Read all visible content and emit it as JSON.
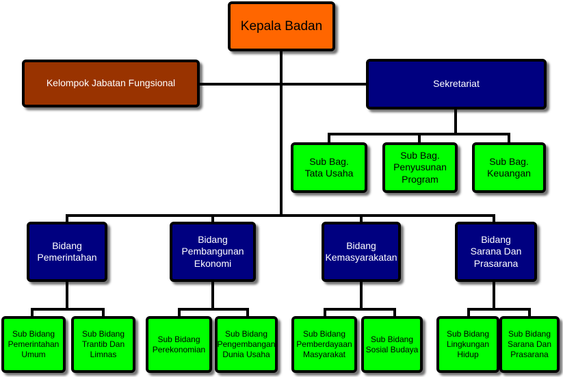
{
  "head": {
    "label": "Kepala Badan"
  },
  "functional_group": {
    "label": "Kelompok Jabatan Fungsional"
  },
  "secretariat": {
    "label": "Sekretariat",
    "subs": [
      {
        "label": "Sub Bag.\nTata Usaha"
      },
      {
        "label": "Sub Bag.\nPenyusunan\nProgram"
      },
      {
        "label": "Sub Bag.\nKeuangan"
      }
    ]
  },
  "divisions": [
    {
      "label": "Bidang\nPemerintahan",
      "subs": [
        {
          "label": "Sub Bidang\nPemerintahan\nUmum"
        },
        {
          "label": "Sub Bidang\nTrantib Dan\nLimnas"
        }
      ]
    },
    {
      "label": "Bidang\nPembangunan\nEkonomi",
      "subs": [
        {
          "label": "Sub Bidang\nPerekonomian"
        },
        {
          "label": "Sub Bidang\nPengembangan\nDunia Usaha"
        }
      ]
    },
    {
      "label": "Bidang\nKemasyarakatan",
      "subs": [
        {
          "label": "Sub Bidang\nPemberdayaan\nMasyarakat"
        },
        {
          "label": "Sub Bidang\nSosial Budaya"
        }
      ]
    },
    {
      "label": "Bidang\nSarana Dan\nPrasarana",
      "subs": [
        {
          "label": "Sub Bidang\nLingkungan\nHidup"
        },
        {
          "label": "Sub Bidang\nSarana Dan\nPrasarana"
        }
      ]
    }
  ],
  "colors": {
    "head": "#ff6600",
    "functional": "#993300",
    "unit": "#000080",
    "sub_unit": "#00ff00",
    "connector": "#000000"
  }
}
